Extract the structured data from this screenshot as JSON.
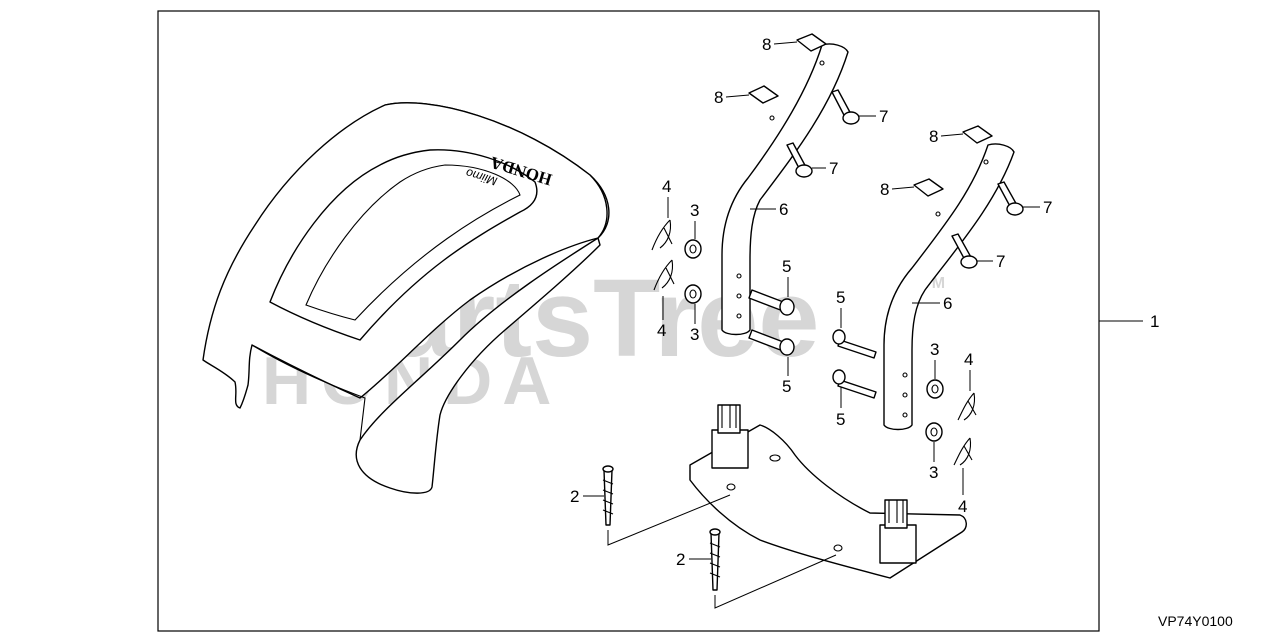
{
  "diagram_code": "VP74Y0100",
  "watermark": {
    "brand": "PartsTree",
    "tm": "TM",
    "text": "HONDA"
  },
  "emboss": {
    "brand": "HONDA",
    "model": "Miimo"
  },
  "callouts": {
    "ref_1": "1",
    "ref_2": "2",
    "ref_3": "3",
    "ref_4": "4",
    "ref_5": "5",
    "ref_6": "6",
    "ref_7": "7",
    "ref_8": "8"
  },
  "colors": {
    "line": "#000000",
    "background": "#ffffff",
    "watermark": "#cfcfcf"
  }
}
